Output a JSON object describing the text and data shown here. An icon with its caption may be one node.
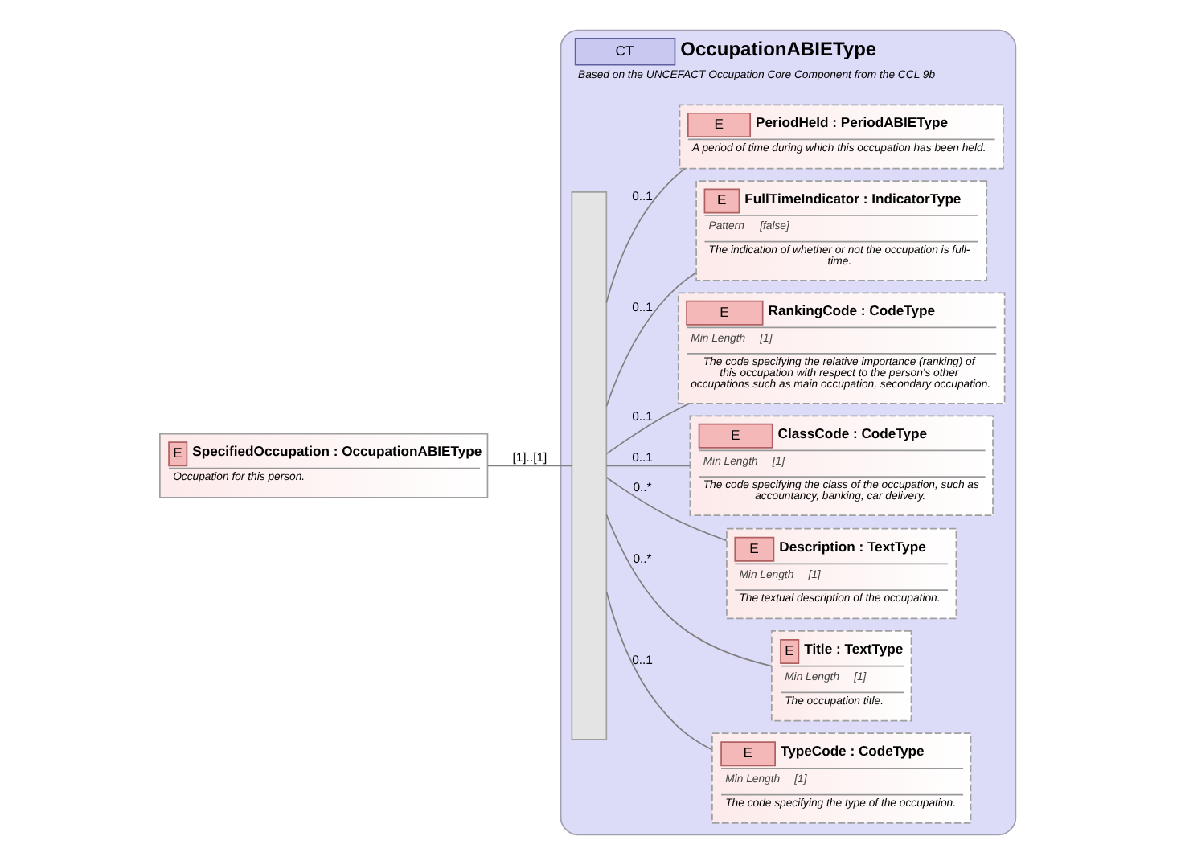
{
  "diagram": {
    "nodes": [
      {
        "text": [
          "E",
          "SpecifiedOccupation : OccupationABIEType",
          "Occupation for this person."
        ]
      },
      {
        "text": [
          "CT",
          "OccupationABIEType",
          "Based on the UNCEFACT Occupation Core Component from the CCL 9b"
        ]
      },
      {
        "text": [],
        "shape": "bar",
        "in": 1
      },
      {
        "text": [
          "E",
          "TypeCode : CodeType",
          "Min Length",
          "[1]",
          "The code specifying the type of the occupation."
        ],
        "in": 1
      },
      {
        "text": [
          "E",
          "Title : TextType",
          "Min Length",
          "[1]",
          "The occupation title."
        ],
        "in": 1
      },
      {
        "text": [
          "E",
          "Description : TextType",
          "Min Length",
          "[1]",
          "The textual description of the occupation."
        ],
        "in": 1
      },
      {
        "text": [
          "E",
          "ClassCode : CodeType",
          "Min Length",
          "[1]",
          "The code specifying the class of the occupation, such as accountancy, banking, car delivery."
        ],
        "in": 1
      },
      {
        "text": [
          "E",
          "RankingCode : CodeType",
          "Min Length",
          "[1]",
          "The code specifying the relative importance (ranking) of this occupation with respect to the person's other occupations such as main occupation, secondary occupation."
        ],
        "in": 1
      },
      {
        "text": [
          "E",
          "FullTimeIndicator : IndicatorType",
          "Pattern",
          "[false]",
          "The indication of whether or not the occupation is full-time."
        ],
        "in": 1
      },
      {
        "text": [
          "E",
          "PeriodHeld : PeriodABIEType",
          "A period of time during which this occupation has been held."
        ],
        "in": 1
      }
    ],
    "edges": [
      {
        "from": 0,
        "to": 2,
        "arrow": "none",
        "label": "[1]..[1]"
      },
      {
        "from": 2,
        "to": 3,
        "arrow": "none",
        "label": "0..1"
      },
      {
        "from": 2,
        "to": 4,
        "arrow": "none",
        "label": "0..*"
      },
      {
        "from": 2,
        "to": 5,
        "arrow": "none",
        "label": "0..*"
      },
      {
        "from": 2,
        "to": 6,
        "arrow": "none",
        "label": "0..1"
      },
      {
        "from": 2,
        "to": 7,
        "arrow": "none",
        "label": "0..1"
      },
      {
        "from": 2,
        "to": 8,
        "arrow": "none",
        "label": "0..1"
      },
      {
        "from": 2,
        "to": 9,
        "arrow": "none",
        "label": "0..1"
      }
    ]
  }
}
